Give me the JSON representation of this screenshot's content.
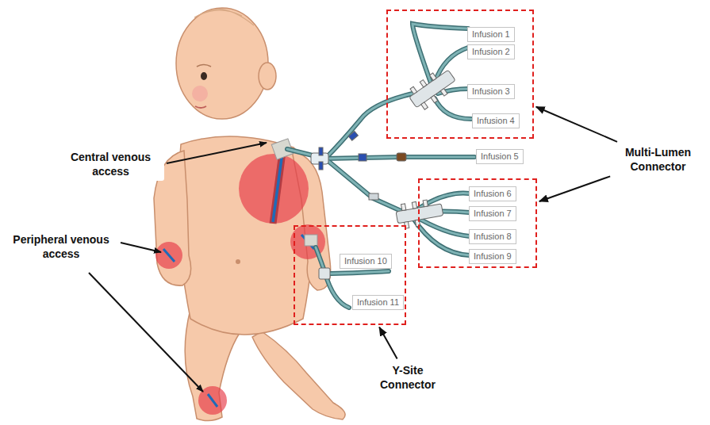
{
  "diagram": {
    "nodes": [
      {
        "text": []
      },
      {
        "text": [
          "Infusion 1"
        ],
        "in": 0
      },
      {
        "text": [
          "Infusion 2"
        ],
        "in": 0
      },
      {
        "text": [
          "Infusion 3"
        ],
        "in": 0
      },
      {
        "text": [
          "Infusion 4"
        ],
        "in": 0
      },
      {
        "text": [
          "Infusion 5"
        ]
      },
      {
        "text": [
          "Multi-Lumen Connector"
        ]
      },
      {
        "text": []
      },
      {
        "text": [
          "Infusion 6"
        ],
        "in": 7
      },
      {
        "text": [
          "Infusion 7"
        ],
        "in": 7
      },
      {
        "text": [
          "Infusion 8"
        ],
        "in": 7
      },
      {
        "text": [
          "Infusion 9"
        ],
        "in": 7
      },
      {
        "text": [
          "Central venous access"
        ]
      },
      {
        "text": [
          "Peripheral venous access"
        ]
      },
      {
        "text": []
      },
      {
        "text": [
          "Infusion 10"
        ],
        "in": 14
      },
      {
        "text": [
          "Infusion 11"
        ],
        "in": 14
      },
      {
        "text": [
          "Y-Site Connector"
        ]
      }
    ],
    "edges": [
      {
        "from": 6,
        "to": 0,
        "arrow": "to"
      },
      {
        "from": 6,
        "to": 7,
        "arrow": "to"
      },
      {
        "from": 17,
        "to": 14,
        "arrow": "to"
      }
    ]
  }
}
